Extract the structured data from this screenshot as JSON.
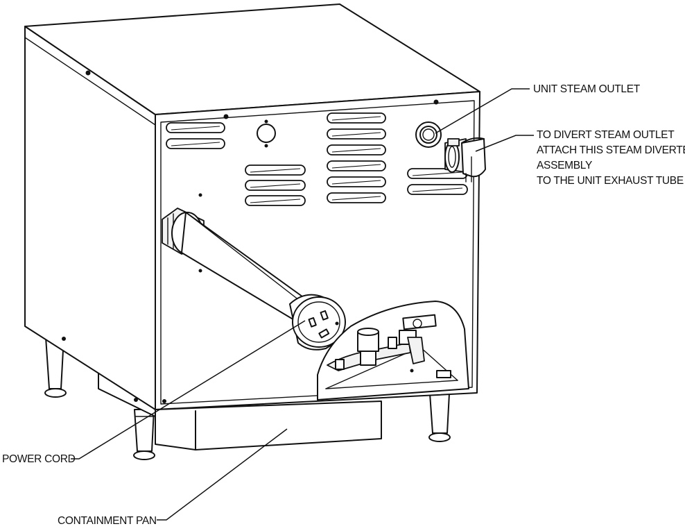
{
  "diagram": {
    "colors": {
      "line": "#111111",
      "background": "#ffffff"
    },
    "callouts": {
      "unit_steam_outlet": [
        "UNIT STEAM OUTLET"
      ],
      "steam_diverter": [
        "TO DIVERT STEAM OUTLET",
        "ATTACH THIS STEAM DIVERTER",
        "ASSEMBLY",
        "TO THE UNIT EXHAUST TUBE ."
      ],
      "power_cord": [
        "POWER CORD"
      ],
      "containment_pan": [
        "CONTAINMENT PAN"
      ]
    }
  }
}
